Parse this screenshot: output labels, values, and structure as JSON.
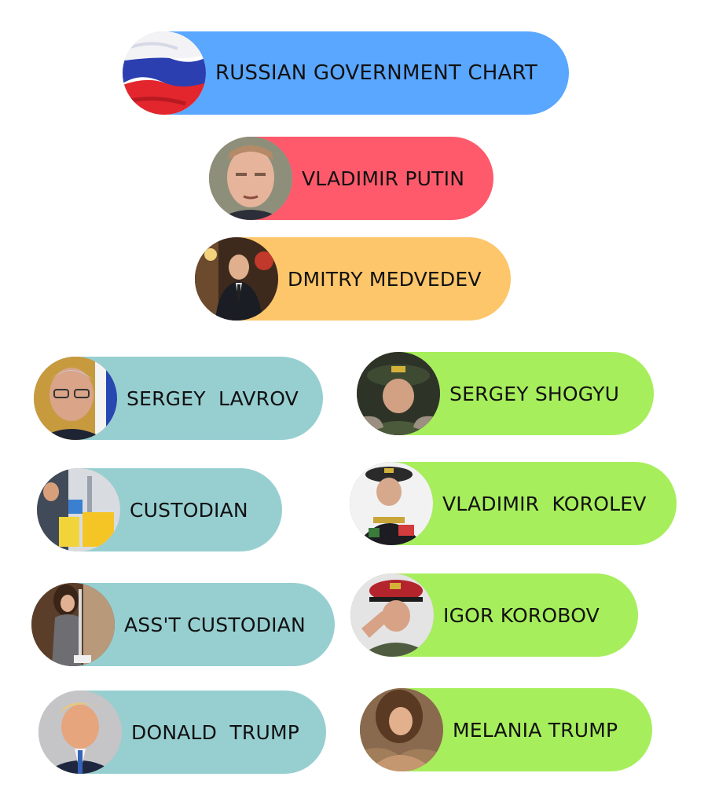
{
  "title": {
    "label": "RUSSIAN GOVERNMENT CHART",
    "color": "#5aa7ff",
    "icon": "russian-flag-icon"
  },
  "leaders": [
    {
      "name": "VLADIMIR PUTIN",
      "color": "#ff5a6c",
      "icon": "putin-photo"
    },
    {
      "name": "DMITRY MEDVEDEV",
      "color": "#fdc66a",
      "icon": "medvedev-photo"
    }
  ],
  "left_column": [
    {
      "name": "SERGEY  LAVROV",
      "color": "#97cfd1",
      "icon": "lavrov-photo"
    },
    {
      "name": "CUSTODIAN",
      "color": "#97cfd1",
      "icon": "custodian-photo"
    },
    {
      "name": "ASS'T CUSTODIAN",
      "color": "#97cfd1",
      "icon": "assistant-custodian-photo"
    },
    {
      "name": "DONALD  TRUMP",
      "color": "#97cfd1",
      "icon": "donald-trump-photo"
    }
  ],
  "right_column": [
    {
      "name": "SERGEY SHOGYU",
      "color": "#a7ee5c",
      "icon": "shogyu-photo"
    },
    {
      "name": "VLADIMIR  KOROLEV",
      "color": "#a7ee5c",
      "icon": "korolev-photo"
    },
    {
      "name": "IGOR KOROBOV",
      "color": "#a7ee5c",
      "icon": "korobov-photo"
    },
    {
      "name": "MELANIA TRUMP",
      "color": "#a7ee5c",
      "icon": "melania-trump-photo"
    }
  ]
}
